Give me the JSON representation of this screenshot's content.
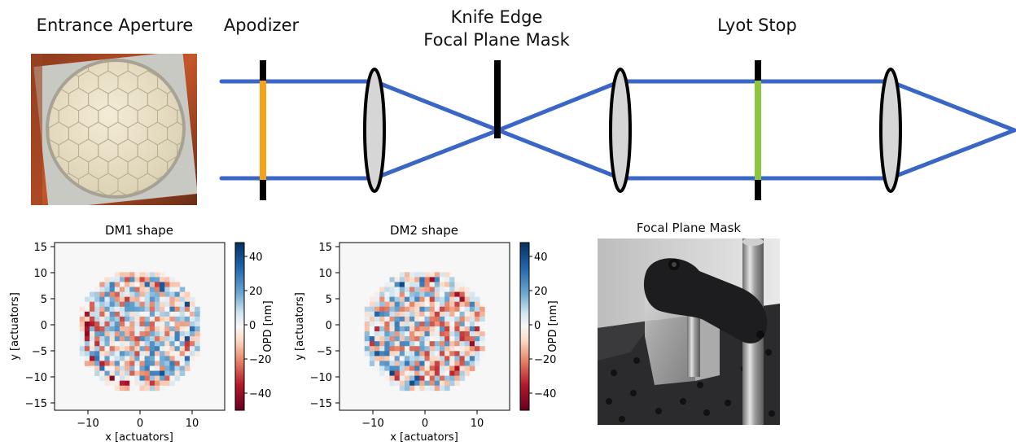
{
  "optics": {
    "labels": {
      "entrance_aperture": "Entrance Aperture",
      "apodizer": "Apodizer",
      "knife_edge_line1": "Knife Edge",
      "knife_edge_line2": "Focal Plane Mask",
      "lyot_stop": "Lyot Stop"
    },
    "colors": {
      "beam": "#3a66c6",
      "apodizer": "#f5a21b",
      "lyot_stop": "#8cc63f",
      "lens_fill": "#d6d6d6",
      "stop": "#000000"
    }
  },
  "dm_plots": [
    {
      "title": "DM1 shape",
      "xlabel": "x [actuators]",
      "ylabel": "y [actuators]",
      "xticks": [
        "−10",
        "0",
        "10"
      ],
      "yticks": [
        "15",
        "10",
        "5",
        "0",
        "−5",
        "−10",
        "−15"
      ],
      "colorbar": {
        "label": "OPD [nm]",
        "ticks": [
          "40",
          "20",
          "0",
          "−20",
          "−40"
        ],
        "range": [
          -50,
          50
        ]
      }
    },
    {
      "title": "DM2 shape",
      "xlabel": "x [actuators]",
      "ylabel": "y [actuators]",
      "xticks": [
        "−10",
        "0",
        "10"
      ],
      "yticks": [
        "15",
        "10",
        "5",
        "0",
        "−5",
        "−10",
        "−15"
      ],
      "colorbar": {
        "label": "OPD [nm]",
        "ticks": [
          "40",
          "20",
          "0",
          "−20",
          "−40"
        ],
        "range": [
          -50,
          50
        ]
      }
    }
  ],
  "focal_plane_photo": {
    "title": "Focal Plane Mask"
  }
}
